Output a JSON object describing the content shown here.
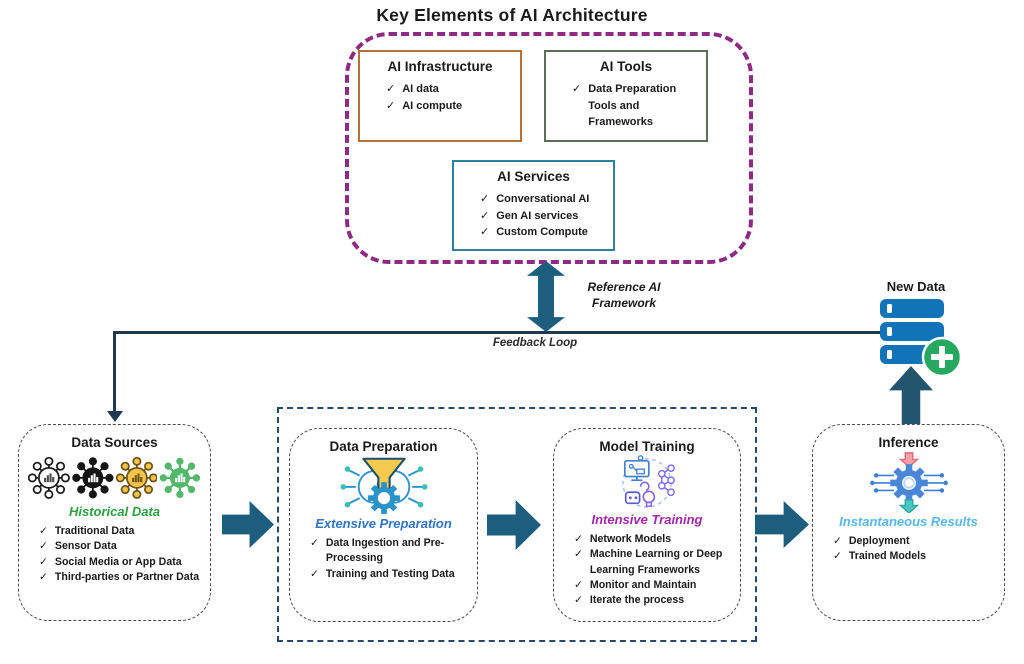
{
  "title": "Key Elements of AI Architecture",
  "icons": {
    "check": "✓"
  },
  "colors": {
    "arrow_teal": "#1d5e7f",
    "up_arrow": "#24556f",
    "purple_dashed": "#8e2a83",
    "infrastructure_border": "#b5703f",
    "tools_border": "#5a6e5a",
    "services_border": "#2e7f9e",
    "feedback_line": "#1f3a50",
    "historical_green": "#2e9e41",
    "extensive_blue": "#3274c4",
    "intensive_magenta": "#a227a5",
    "instantaneous_blue": "#5ab8e8",
    "database_blue": "#1173b8",
    "plus_green": "#27a861"
  },
  "architecture": {
    "infrastructure": {
      "title": "AI Infrastructure",
      "items": [
        "AI data",
        "AI compute"
      ]
    },
    "tools": {
      "title": "AI Tools",
      "items": [
        "Data Preparation Tools and Frameworks"
      ]
    },
    "services": {
      "title": "AI Services",
      "items": [
        "Conversational AI",
        "Gen AI services",
        "Custom Compute"
      ]
    }
  },
  "labels": {
    "reference_line1": "Reference AI",
    "reference_line2": "Framework",
    "feedback_loop": "Feedback Loop",
    "new_data": "New Data"
  },
  "pipeline": {
    "data_sources": {
      "title": "Data Sources",
      "subtitle": "Historical Data",
      "items": [
        "Traditional Data",
        "Sensor Data",
        "Social Media or App Data",
        "Third-parties or Partner Data"
      ]
    },
    "data_preparation": {
      "title": "Data Preparation",
      "subtitle": "Extensive Preparation",
      "items": [
        "Data Ingestion and Pre-Processing",
        "Training and Testing Data"
      ]
    },
    "model_training": {
      "title": "Model Training",
      "subtitle": "Intensive Training",
      "items": [
        "Network Models",
        "Machine Learning or Deep Learning Frameworks",
        "Monitor and Maintain",
        "Iterate the process"
      ]
    },
    "inference": {
      "title": "Inference",
      "subtitle": "Instantaneous Results",
      "items": [
        "Deployment",
        "Trained Models"
      ]
    }
  }
}
